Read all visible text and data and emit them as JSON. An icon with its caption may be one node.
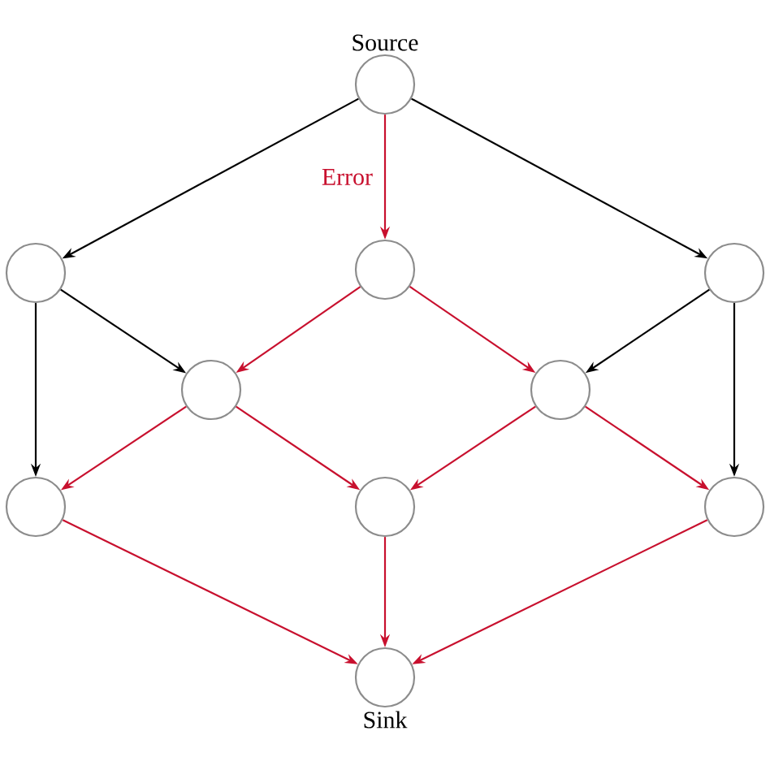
{
  "diagram": {
    "nodes": [
      {
        "text": [
          "Source"
        ]
      },
      {
        "text": [],
        "shape": "circle"
      },
      {
        "text": [],
        "shape": "circle"
      },
      {
        "text": [],
        "shape": "circle"
      },
      {
        "text": [],
        "shape": "circle"
      },
      {
        "text": [],
        "shape": "circle"
      },
      {
        "text": [],
        "shape": "circle"
      },
      {
        "text": [],
        "shape": "circle"
      },
      {
        "text": [],
        "shape": "circle"
      },
      {
        "text": [
          "Sink"
        ]
      }
    ],
    "edges": [
      {
        "from": 0,
        "to": 1,
        "arrow": "to",
        "color": "#000000"
      },
      {
        "from": 0,
        "to": 2,
        "arrow": "to",
        "label": "Error"
      },
      {
        "from": 0,
        "to": 3,
        "arrow": "to",
        "color": "#000000"
      },
      {
        "from": 1,
        "to": 4,
        "arrow": "to",
        "color": "#000000"
      },
      {
        "from": 1,
        "to": 6,
        "arrow": "to",
        "color": "#000000"
      },
      {
        "from": 3,
        "to": 5,
        "arrow": "to",
        "color": "#000000"
      },
      {
        "from": 3,
        "to": 8,
        "arrow": "to",
        "color": "#000000"
      },
      {
        "from": 2,
        "to": 4,
        "arrow": "to"
      },
      {
        "from": 2,
        "to": 5,
        "arrow": "to"
      },
      {
        "from": 4,
        "to": 6,
        "arrow": "to"
      },
      {
        "from": 4,
        "to": 7,
        "arrow": "to"
      },
      {
        "from": 5,
        "to": 7,
        "arrow": "to"
      },
      {
        "from": 5,
        "to": 8,
        "arrow": "to"
      },
      {
        "from": 6,
        "to": 9,
        "arrow": "to"
      },
      {
        "from": 7,
        "to": 9,
        "arrow": "to"
      },
      {
        "from": 8,
        "to": 9,
        "arrow": "to"
      }
    ]
  }
}
